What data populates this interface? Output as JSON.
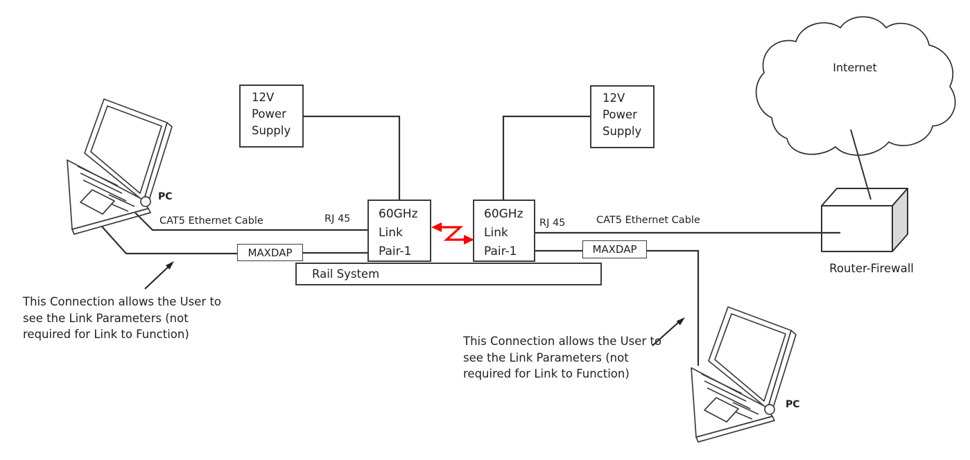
{
  "diagram": {
    "title_hint": "60GHz wireless link network diagram",
    "colors": {
      "line": "#3a3a3a",
      "red_link": "#ff0000",
      "router_side": "#d9d9d9",
      "background": "#ffffff"
    }
  },
  "boxes": {
    "power_left": {
      "lines": [
        "12V",
        "Power",
        "Supply"
      ]
    },
    "power_right": {
      "lines": [
        "12V",
        "Power",
        "Supply"
      ]
    },
    "link_left": {
      "lines": [
        "60GHz",
        "Link",
        "Pair-1"
      ]
    },
    "link_right": {
      "lines": [
        "60GHz",
        "Link",
        "Pair-1"
      ]
    },
    "maxdap_left": "MAXDAP",
    "maxdap_right": "MAXDAP",
    "rail": "Rail System"
  },
  "cables": {
    "cat5_left": "CAT5 Ethernet Cable",
    "rj45_left": "RJ 45",
    "cat5_right": "CAT5 Ethernet Cable",
    "rj45_right": "RJ 45"
  },
  "cloud": {
    "label": "Internet"
  },
  "router": {
    "label": "Router-Firewall"
  },
  "pcs": {
    "left": "PC",
    "right": "PC"
  },
  "notes": {
    "left": {
      "lines": [
        "This Connection allows the",
        "User to see the Link",
        "Parameters (not required for",
        "Link to Function)"
      ]
    },
    "right": {
      "lines": [
        "This Connection allows the",
        "User to see the Link",
        "Parameters (not required for",
        "Link to Function)"
      ]
    }
  }
}
